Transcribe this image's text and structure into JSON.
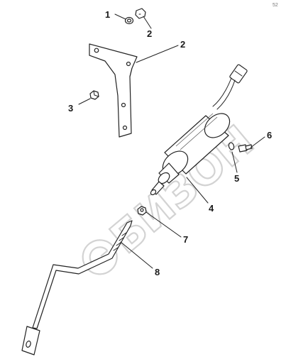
{
  "diagram": {
    "corner_mark": "52",
    "watermark": "БИЗОН",
    "callouts": [
      {
        "id": "1",
        "label": "1"
      },
      {
        "id": "2a",
        "label": "2"
      },
      {
        "id": "2b",
        "label": "2"
      },
      {
        "id": "3",
        "label": "3"
      },
      {
        "id": "4",
        "label": "4"
      },
      {
        "id": "5",
        "label": "5"
      },
      {
        "id": "6",
        "label": "6"
      },
      {
        "id": "7",
        "label": "7"
      },
      {
        "id": "8",
        "label": "8"
      }
    ]
  }
}
